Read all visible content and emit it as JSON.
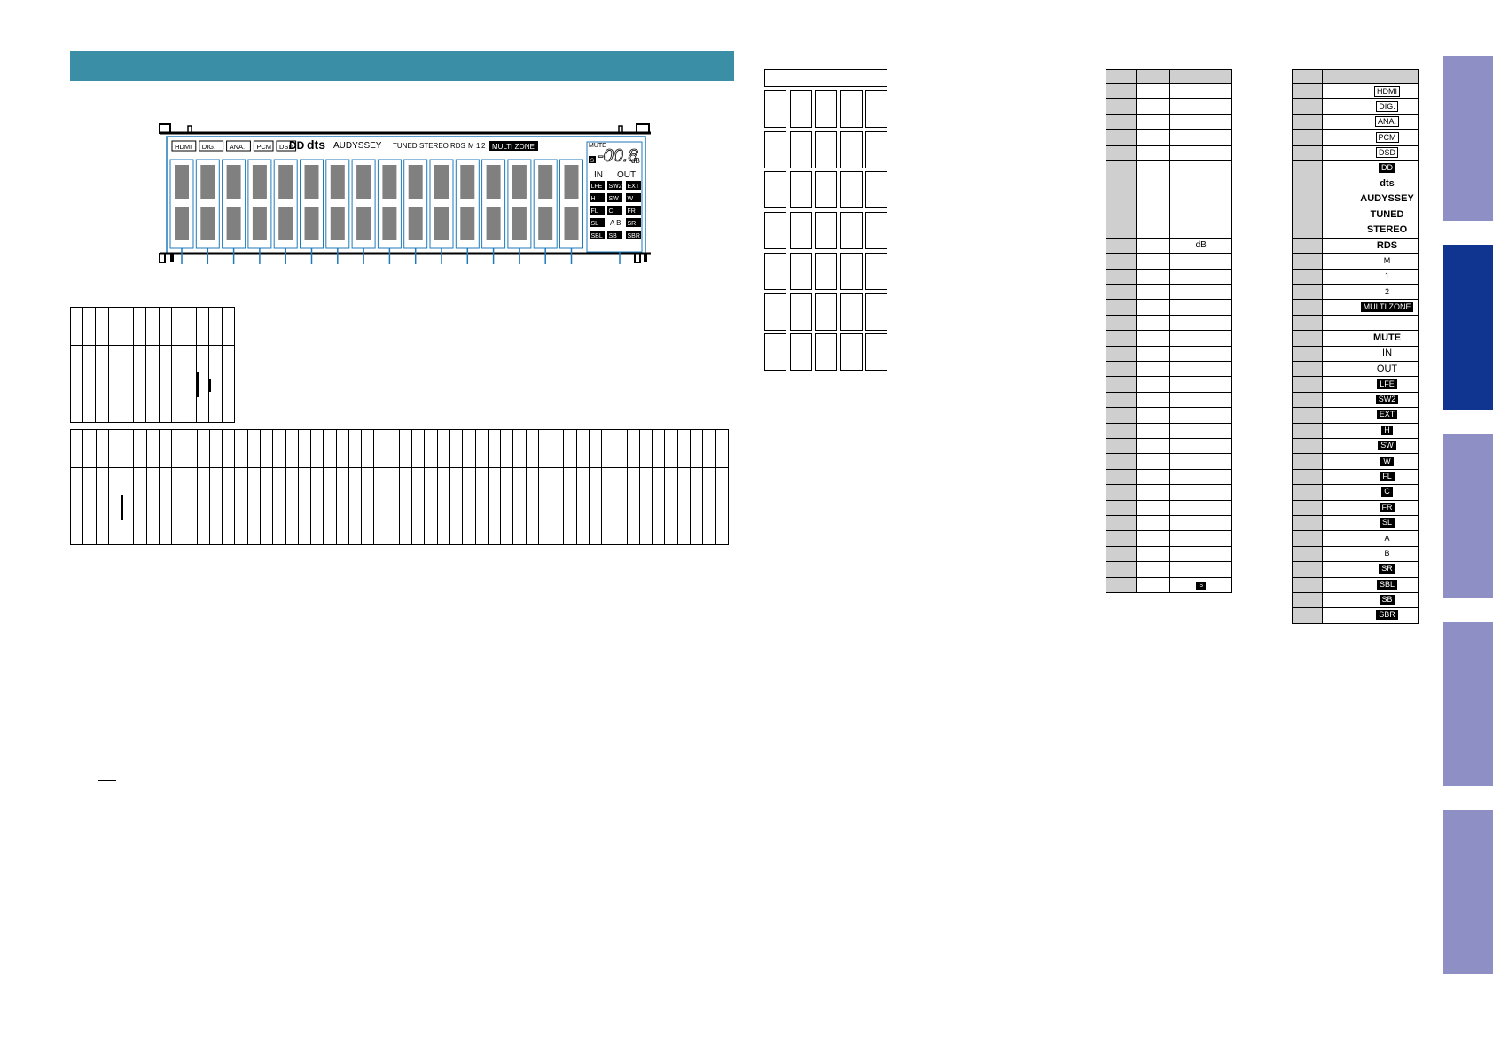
{
  "vfd": {
    "badges": [
      "HDMI",
      "DIG.",
      "ANA.",
      "PCM",
      "DSD"
    ],
    "dolby_symbol": "DD",
    "dts_label": "dts",
    "audyssey_label": "AUDYSSEY",
    "tuned_label": "TUNED",
    "stereo_label": "STEREO",
    "rds_label": "RDS",
    "m_label": "M",
    "one_label": "1",
    "two_label": "2",
    "multizone_label": "MULTI  ZONE",
    "mute_label": "MUTE",
    "s_label": "S",
    "db_label": "dB",
    "level_digits": "-00.8",
    "in_label": "IN",
    "out_label": "OUT",
    "channels_row1": [
      "LFE",
      "SW2",
      "EXT"
    ],
    "channels_row2": [
      "H",
      "SW",
      "W"
    ],
    "channels_row3": [
      "FL",
      "C",
      "FR"
    ],
    "channels_row4_left": "SL",
    "channels_row4_mid": "A B",
    "channels_row4_right": "SR",
    "channels_row5": [
      "SBL",
      "SB",
      "SBR"
    ]
  },
  "pin_table_left": {
    "rows": [
      [
        "",
        "",
        ""
      ],
      [
        "",
        "",
        ""
      ],
      [
        "",
        "",
        ""
      ],
      [
        "",
        "",
        ""
      ],
      [
        "",
        "",
        ""
      ],
      [
        "",
        "",
        ""
      ],
      [
        "",
        "",
        ""
      ],
      [
        "",
        "",
        ""
      ],
      [
        "",
        "",
        ""
      ],
      [
        "",
        "",
        ""
      ],
      [
        "",
        "",
        "dB"
      ],
      [
        "",
        "",
        ""
      ],
      [
        "",
        "",
        ""
      ],
      [
        "",
        "",
        ""
      ],
      [
        "",
        "",
        ""
      ],
      [
        "",
        "",
        ""
      ],
      [
        "",
        "",
        ""
      ],
      [
        "",
        "",
        ""
      ],
      [
        "",
        "",
        ""
      ],
      [
        "",
        "",
        ""
      ],
      [
        "",
        "",
        ""
      ],
      [
        "",
        "",
        ""
      ],
      [
        "",
        "",
        ""
      ],
      [
        "",
        "",
        ""
      ],
      [
        "",
        "",
        ""
      ],
      [
        "",
        "",
        ""
      ],
      [
        "",
        "",
        ""
      ],
      [
        "",
        "",
        ""
      ],
      [
        "",
        "",
        ""
      ],
      [
        "",
        "",
        ""
      ],
      [
        "",
        "",
        ""
      ],
      [
        "",
        "",
        ""
      ],
      [
        "",
        "",
        "S"
      ]
    ]
  },
  "pin_table_right": {
    "rows": [
      {
        "text": "HDMI",
        "style": "boxed"
      },
      {
        "text": "DIG.",
        "style": "boxed"
      },
      {
        "text": "ANA.",
        "style": "boxed"
      },
      {
        "text": "PCM",
        "style": "boxed"
      },
      {
        "text": "DSD",
        "style": "boxed"
      },
      {
        "text": "DD",
        "style": "inv"
      },
      {
        "text": "dts",
        "style": "bold"
      },
      {
        "text": "AUDYSSEY",
        "style": "bold"
      },
      {
        "text": "TUNED",
        "style": "bold"
      },
      {
        "text": "STEREO",
        "style": "bold"
      },
      {
        "text": "RDS",
        "style": "bold"
      },
      {
        "text": "M",
        "style": "small"
      },
      {
        "text": "1",
        "style": "small"
      },
      {
        "text": "2",
        "style": "small"
      },
      {
        "text": "MULTI  ZONE",
        "style": "inv"
      },
      {
        "text": "",
        "style": "plain"
      },
      {
        "text": "MUTE",
        "style": "bold"
      },
      {
        "text": "IN",
        "style": "plain"
      },
      {
        "text": "OUT",
        "style": "plain"
      },
      {
        "text": "LFE",
        "style": "inv"
      },
      {
        "text": "SW2",
        "style": "inv"
      },
      {
        "text": "EXT",
        "style": "inv"
      },
      {
        "text": "H",
        "style": "inv"
      },
      {
        "text": "SW",
        "style": "inv"
      },
      {
        "text": "W",
        "style": "inv"
      },
      {
        "text": "FL",
        "style": "inv"
      },
      {
        "text": "C",
        "style": "inv"
      },
      {
        "text": "FR",
        "style": "inv"
      },
      {
        "text": "SL",
        "style": "inv"
      },
      {
        "text": "A",
        "style": "small"
      },
      {
        "text": "B",
        "style": "small"
      },
      {
        "text": "SR",
        "style": "inv"
      },
      {
        "text": "SBL",
        "style": "inv"
      },
      {
        "text": "SB",
        "style": "inv"
      },
      {
        "text": "SBR",
        "style": "inv"
      }
    ]
  },
  "colors": {
    "banner": "#3a8fa6",
    "vfd_blue": "#1f7ab8",
    "side_tab": "#8e8fc4",
    "side_tab_active": "#103590"
  }
}
